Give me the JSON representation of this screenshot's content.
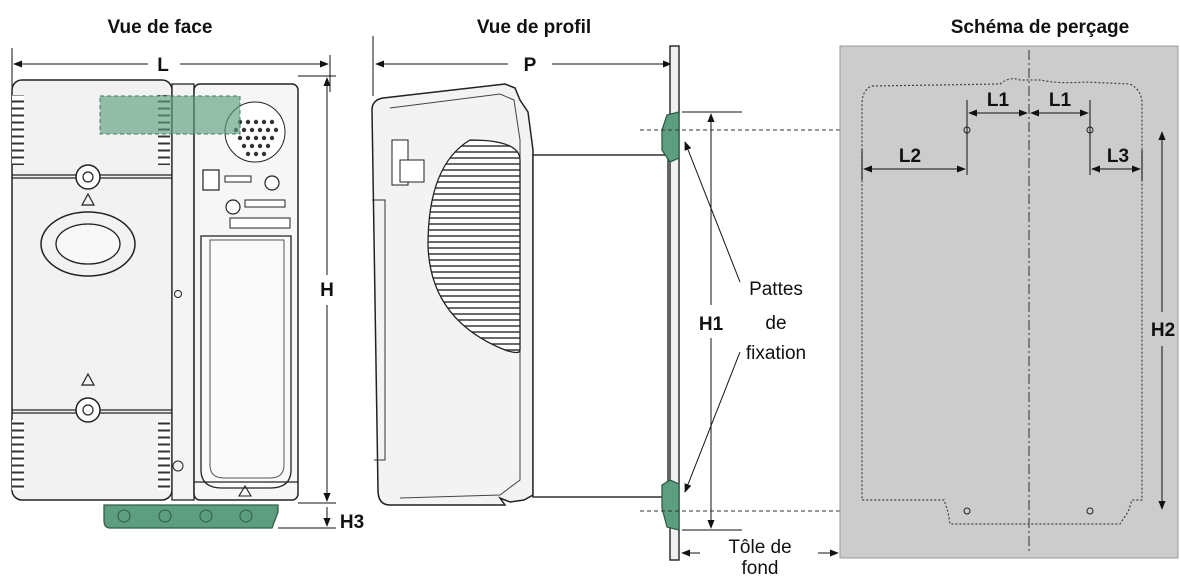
{
  "titles": {
    "front": "Vue de face",
    "side": "Vue de profil",
    "drill": "Schéma de perçage"
  },
  "dimensions": {
    "L": "L",
    "P": "P",
    "H": "H",
    "H1": "H1",
    "H2": "H2",
    "H3": "H3",
    "L1": "L1",
    "L2": "L2",
    "L3": "L3"
  },
  "annotations": {
    "brackets": [
      "Pattes",
      "de",
      "fixation"
    ],
    "back_plate": [
      "Tôle de",
      "fond"
    ]
  },
  "colors": {
    "bracket_green": "#5e9e80",
    "drill_panel": "#cccccc",
    "drive_body": "#f2f2f2"
  }
}
